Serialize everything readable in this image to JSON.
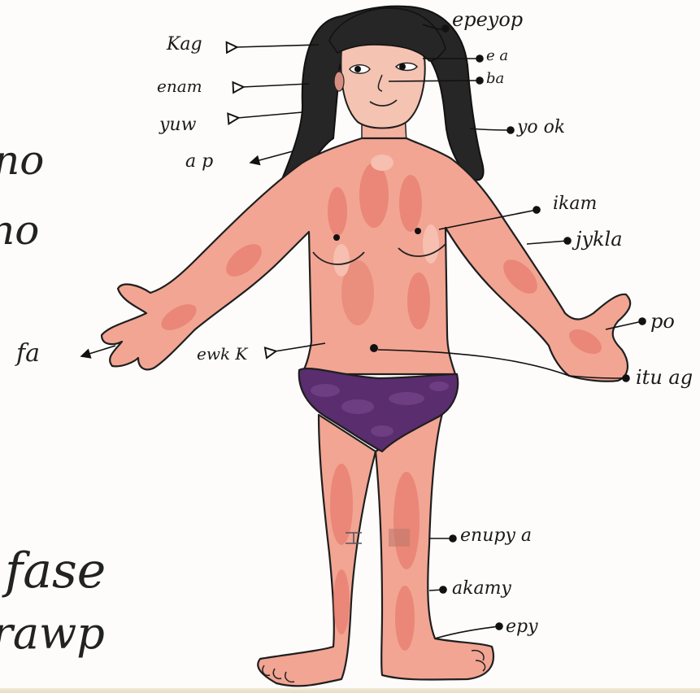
{
  "margin_text": [
    "no",
    "no",
    "fa",
    "fase",
    "rawp"
  ],
  "labels": {
    "hair": "Kag",
    "eyebrow": "enam",
    "ear": "yuw",
    "neck": "a p",
    "top_of_head": "epeyop",
    "eye": "e a",
    "nose": "ba",
    "chin": "yo ok",
    "chest": "ikam",
    "arm": "jykla",
    "fingers": "po",
    "hand": "itu ag",
    "navel": "ewk K",
    "knee": "enupy a",
    "leg": "akamy",
    "foot": "epy"
  },
  "colors": {
    "hair": "#262626",
    "skin": "#f0a08e",
    "skin_light": "#f8c7b5",
    "skin_dark": "#e06a5e",
    "underwear": "#5a2d6e",
    "ink": "#1a1a1a"
  }
}
